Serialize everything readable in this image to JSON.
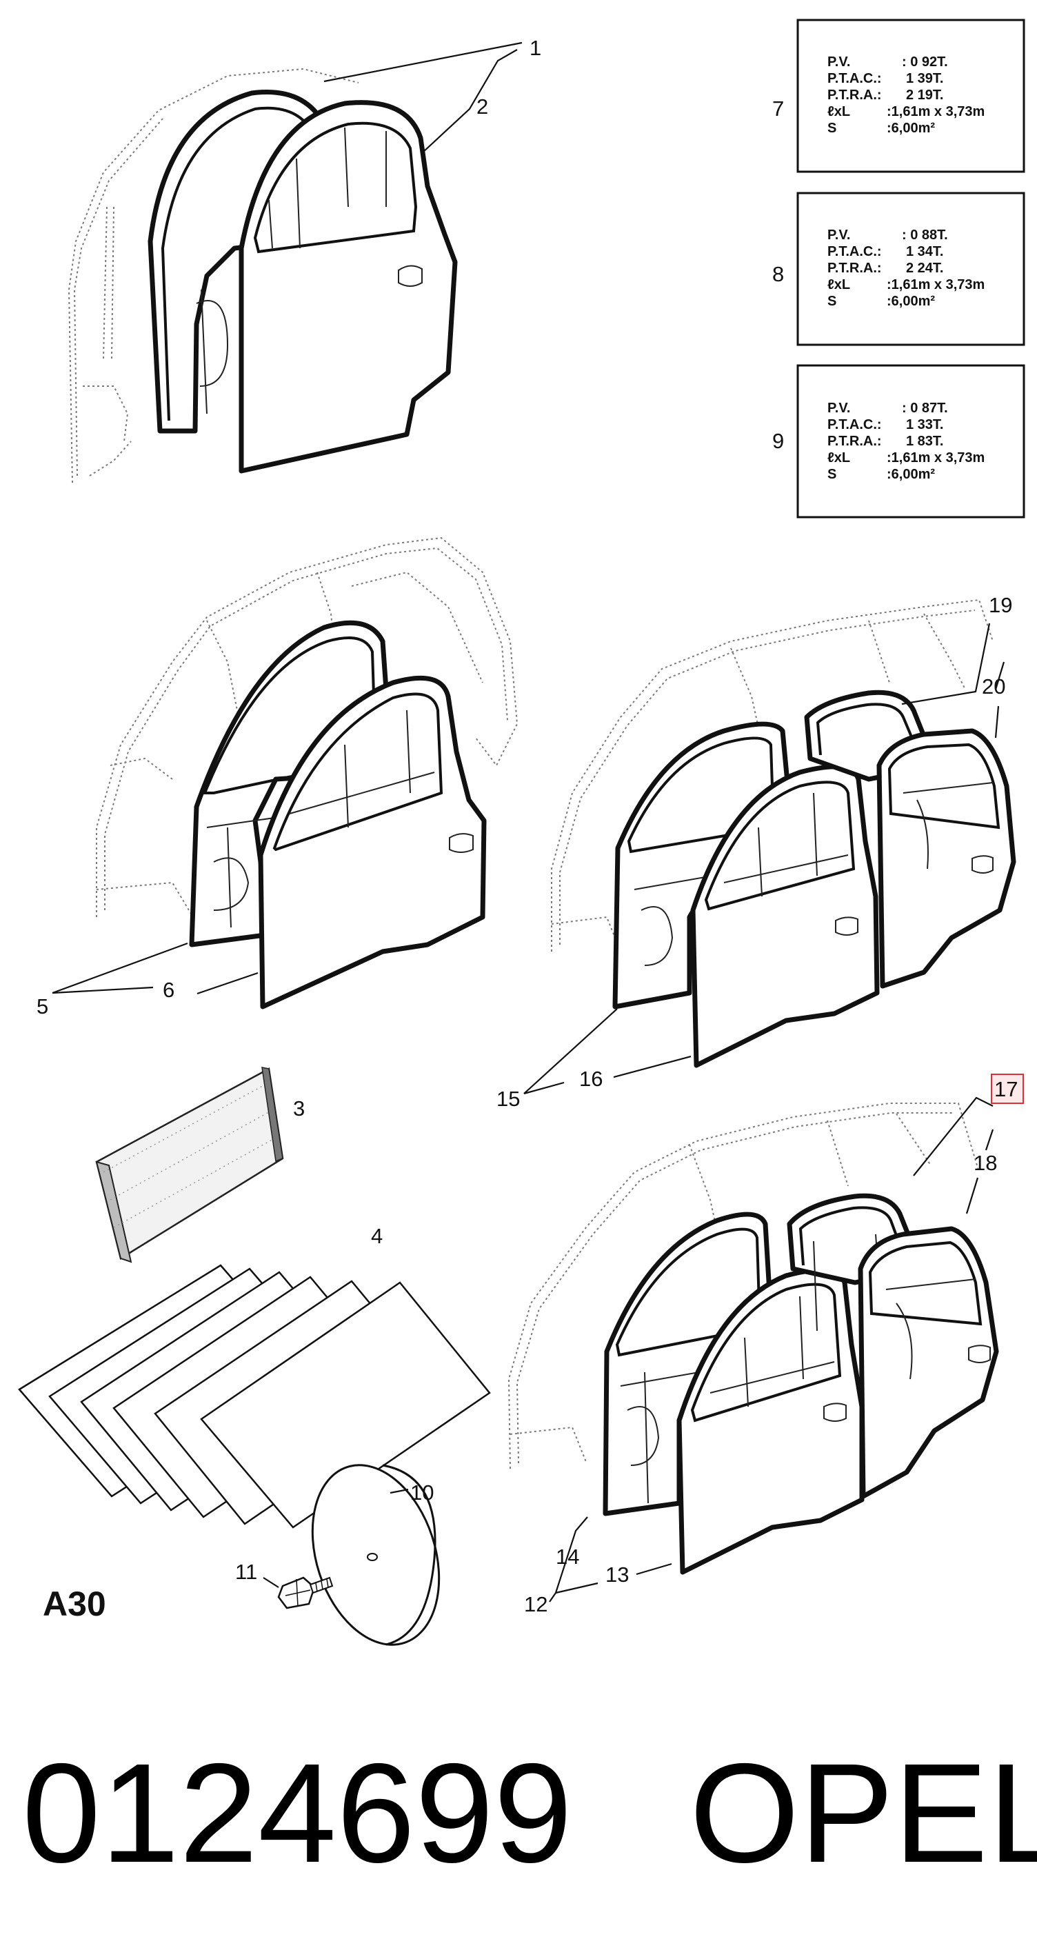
{
  "diagram": {
    "callouts": [
      "1",
      "2",
      "3",
      "4",
      "5",
      "6",
      "7",
      "8",
      "9",
      "10",
      "11",
      "12",
      "13",
      "14",
      "15",
      "16",
      "17",
      "18",
      "19",
      "20"
    ],
    "highlighted_callout": "17",
    "colors": {
      "line": "#111111",
      "dotted": "#7a7a7a",
      "highlight_stroke": "#d9303a",
      "highlight_fill": "#fde8ea"
    }
  },
  "spec_boxes": [
    {
      "callout": "7",
      "rows": [
        {
          "label": "P.V.",
          "value": ":  0 92T."
        },
        {
          "label": "P.T.A.C.:",
          "value": "1 39T."
        },
        {
          "label": "P.T.R.A.:",
          "value": "2 19T."
        },
        {
          "label": "ℓxL",
          "value": ":1,61m x 3,73m"
        },
        {
          "label": "S",
          "value": ":6,00m²"
        }
      ]
    },
    {
      "callout": "8",
      "rows": [
        {
          "label": "P.V.",
          "value": ":  0 88T."
        },
        {
          "label": "P.T.A.C.:",
          "value": "1 34T."
        },
        {
          "label": "P.T.R.A.:",
          "value": "2 24T."
        },
        {
          "label": "ℓxL",
          "value": ":1,61m x 3,73m"
        },
        {
          "label": "S",
          "value": ":6,00m²"
        }
      ]
    },
    {
      "callout": "9",
      "rows": [
        {
          "label": "P.V.",
          "value": ":  0 87T."
        },
        {
          "label": "P.T.A.C.:",
          "value": "1 33T."
        },
        {
          "label": "P.T.R.A.:",
          "value": "1 83T."
        },
        {
          "label": "ℓxL",
          "value": ":1,61m x 3,73m"
        },
        {
          "label": "S",
          "value": ":6,00m²"
        }
      ]
    }
  ],
  "page_ref": "A30",
  "footer": {
    "part_number": "0124699",
    "brand": "OPEL"
  }
}
